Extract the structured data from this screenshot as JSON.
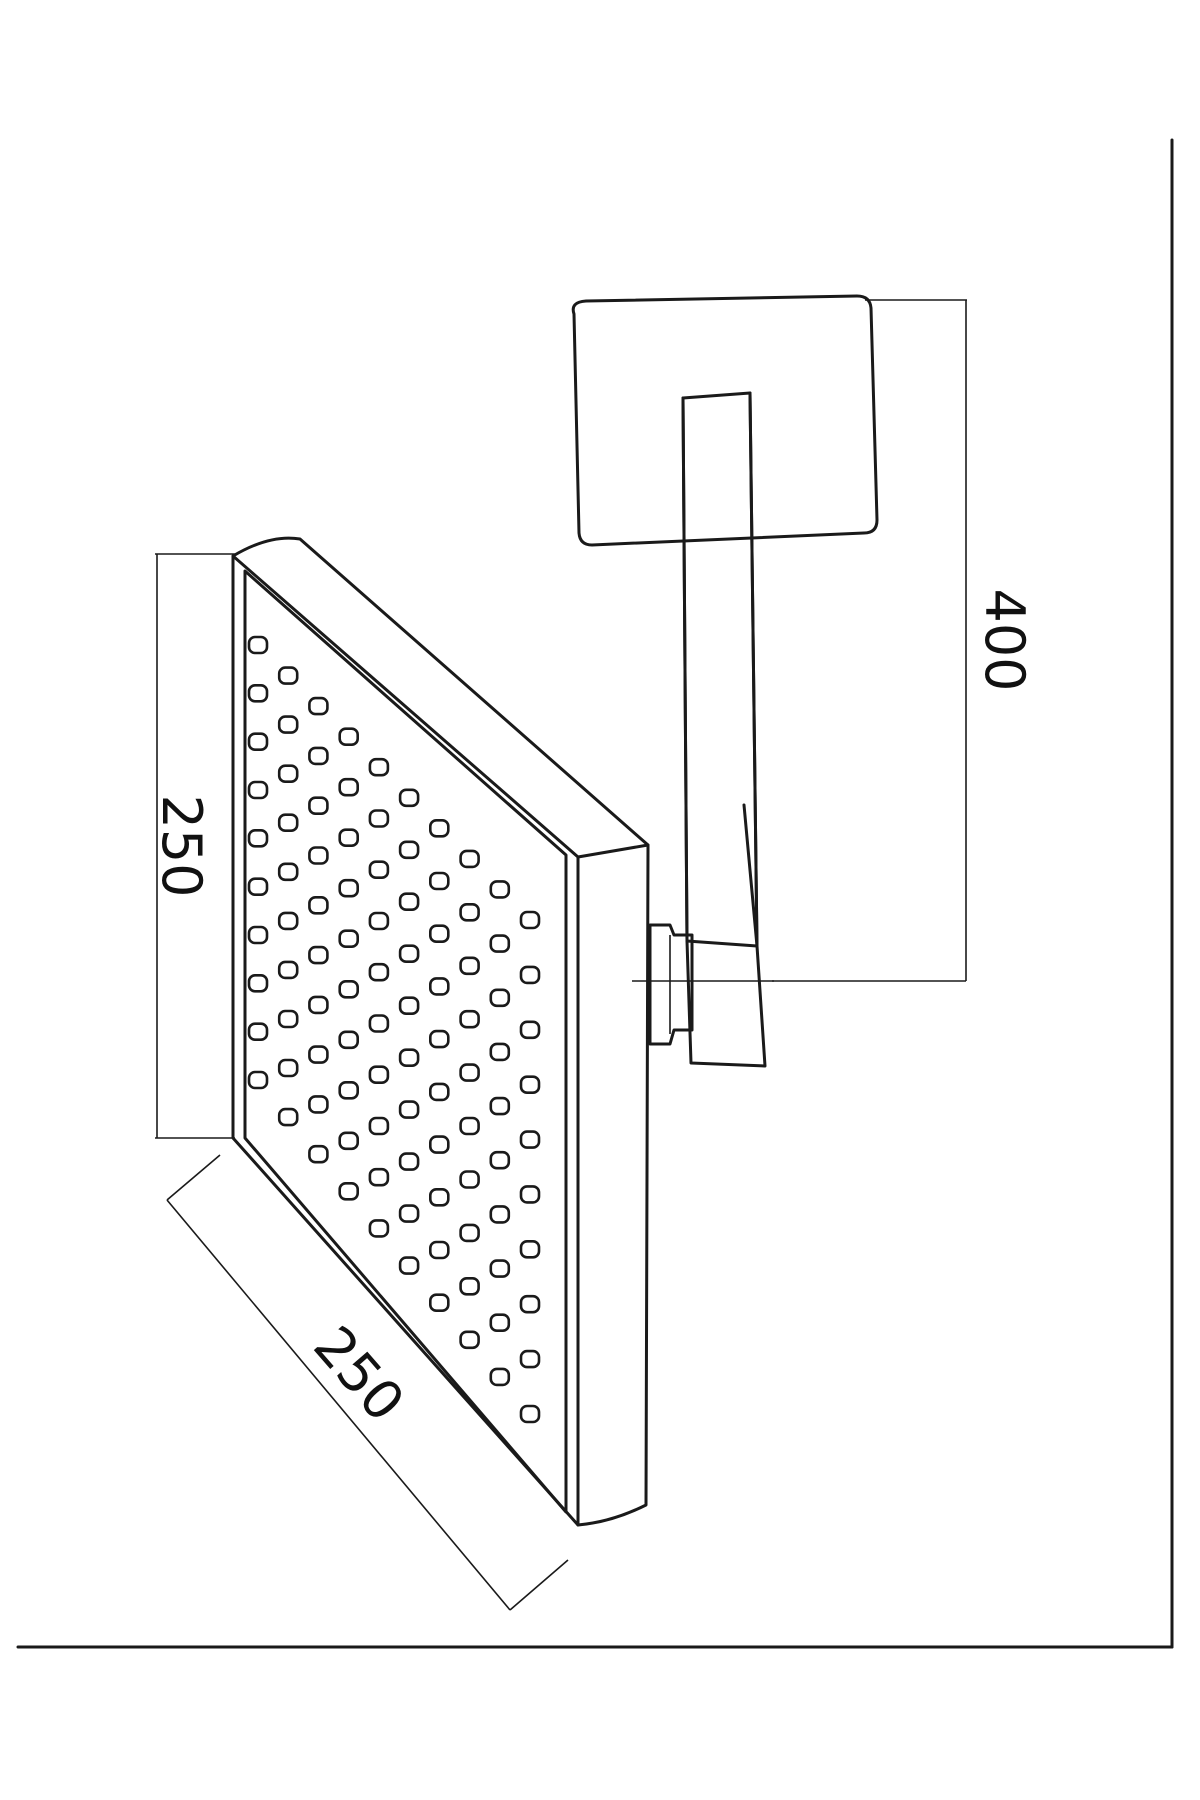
{
  "drawing": {
    "dimensions": {
      "arm_length": "400",
      "head_height": "250",
      "head_width": "250"
    }
  }
}
